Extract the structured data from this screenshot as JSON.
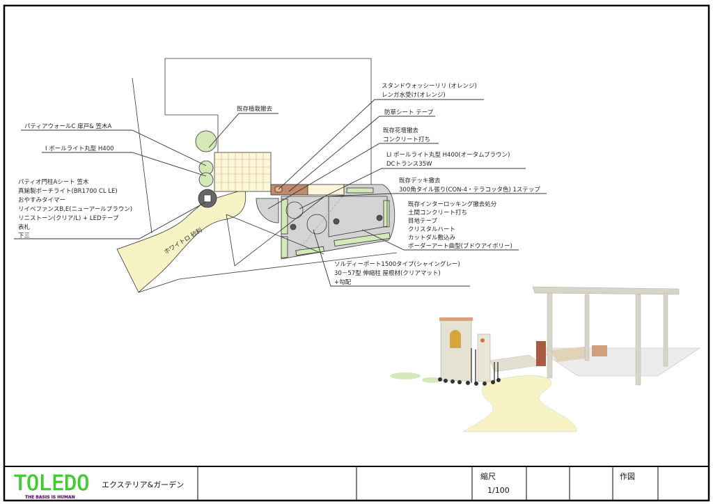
{
  "plan": {
    "remove_plant": "既存植栽撤去",
    "left_labels": {
      "wall": "パティアウォールC 扉戸& 笠木A",
      "pole_light": "I ボールライト丸型 H400"
    },
    "left_block": [
      "パティオ門柱Aシート 笠木",
      "真鍮製ポーチライト(BR1700 CL LE)",
      "おやすみタイマー",
      "リイベファンスB,E(ニューアールブラウン)",
      "リニストーン(クリア/L) + LEDテープ",
      "表札",
      "下三"
    ],
    "right_labels": {
      "wash_1": "スタンドウォッシーリリ (オレンジ)",
      "wash_2": "レンガ水受け(オレンジ)",
      "weed": "防草シート テープ",
      "bed_1": "既存花壇撤去",
      "bed_2": "コンクリート打ち",
      "light_1": "LI ポールライト丸型 H400(オータムブラウン)",
      "light_2": "DCトランス35W",
      "deck_1": "既存デッキ撤去",
      "deck_2": "300角タイル張り(CON-4・テラコッタ色) 1ステップ"
    },
    "right_block": [
      "既存インターロッキング撤去処分",
      "土間コンクリート打ち",
      "目地テープ",
      "クリスタルハート",
      "カットダル敷込み",
      "ボーダーアート曲型(ブドウアイボリー)"
    ],
    "carport": [
      "ソルディーポート1500タイプ(シャイングレー)",
      "30－57型 伸縮柱 屋根材(クリアマット)",
      "+勾配"
    ],
    "path_label": "ホワイトロ 砂利"
  },
  "title_block": {
    "logo": "TOLEDO",
    "tagline": "THE BASIS IS HUMAN",
    "company": "エクステリア&ガーデン",
    "scale_label": "縮尺",
    "scale_value": "1/100",
    "author_label": "作図"
  },
  "colors": {
    "tile": "#fdf6d8",
    "path": "#f8f3c4",
    "green": "#d5e8b8",
    "grey": "#d4d4d4",
    "brick": "#c08a6c",
    "logo": "#33dd22"
  }
}
